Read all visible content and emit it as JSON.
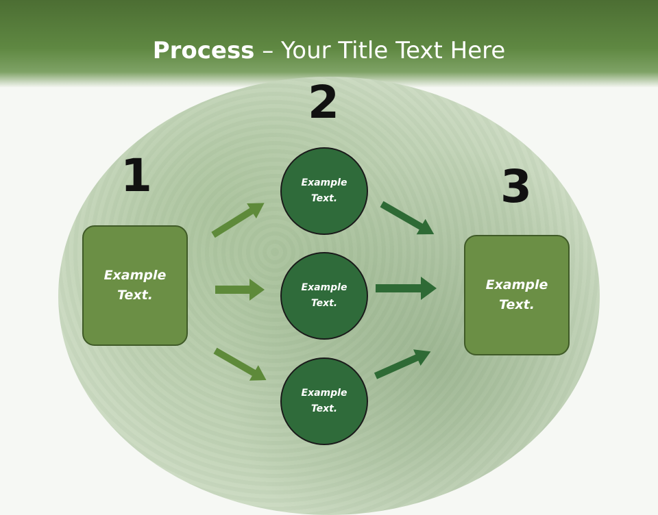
{
  "title": {
    "bold": "Process",
    "rest": " – Your Title Text Here"
  },
  "steps": [
    {
      "number": "1"
    },
    {
      "number": "2"
    },
    {
      "number": "3"
    }
  ],
  "left_box": {
    "text": "Example\nText."
  },
  "right_box": {
    "text": "Example\nText."
  },
  "circles": [
    {
      "text": "Example\nText."
    },
    {
      "text": "Example\nText."
    },
    {
      "text": "Example\nText."
    }
  ],
  "colors": {
    "header_green": "#5f8842",
    "box_green": "#6b8f45",
    "circle_green": "#2f6b3a",
    "arrow_light": "#5e8a3a",
    "arrow_dark": "#2e6a35"
  }
}
